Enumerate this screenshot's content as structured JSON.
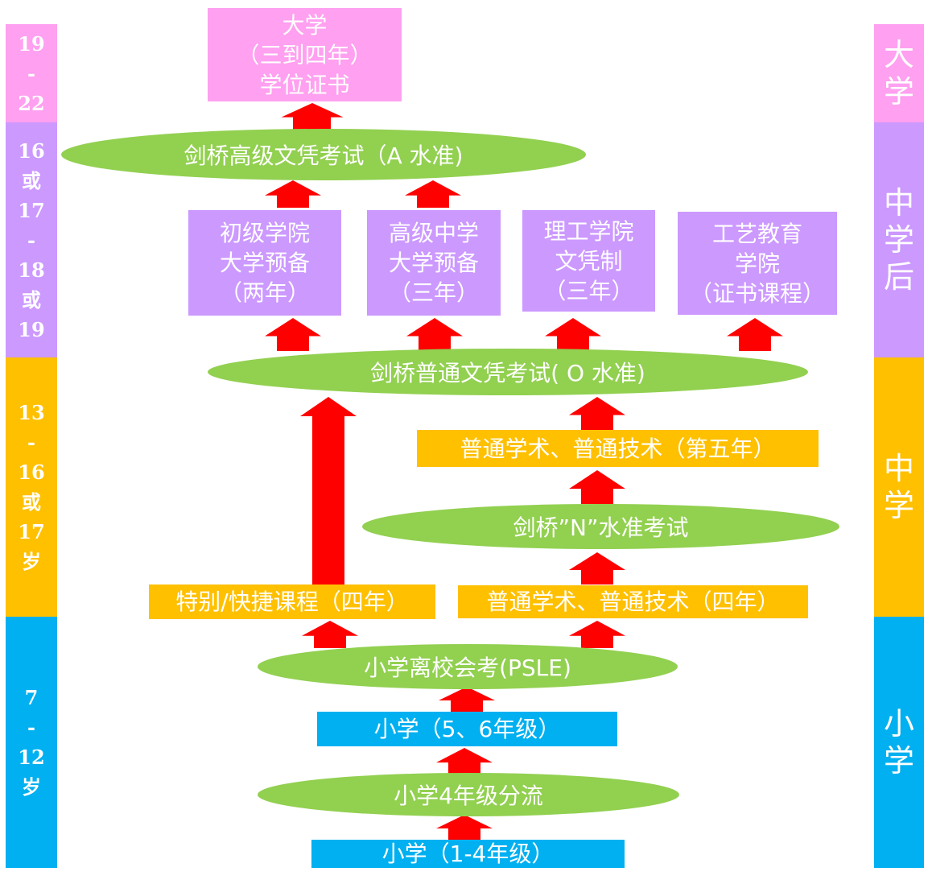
{
  "colors": {
    "pink": "#ffa0f0",
    "purple": "#cc99ff",
    "gold": "#ffc000",
    "blue": "#00b0f0",
    "green": "#92d050",
    "arrow": "#ff0000",
    "text": "#ffffff"
  },
  "age_bands": [
    {
      "lines": [
        "19",
        "-",
        "22"
      ]
    },
    {
      "lines": [
        "16",
        "或",
        "17",
        "-",
        "18",
        "或",
        "19"
      ]
    },
    {
      "lines": [
        "13",
        "-",
        "16",
        "或",
        "17",
        "岁"
      ]
    },
    {
      "lines": [
        "7",
        "-",
        "12",
        "岁"
      ]
    }
  ],
  "stage_bands": [
    {
      "lines": [
        "大",
        "学"
      ]
    },
    {
      "lines": [
        "中",
        "学",
        "后"
      ]
    },
    {
      "lines": [
        "中",
        "学"
      ]
    },
    {
      "lines": [
        "小",
        "学"
      ]
    }
  ],
  "nodes": {
    "university": {
      "lines": [
        "大学",
        "（三到四年）",
        "学位证书"
      ]
    },
    "a_level_exam": "剑桥高级文凭考试（A 水准)",
    "junior_college": {
      "lines": [
        "初级学院",
        "大学预备",
        "（两年）"
      ]
    },
    "high_school": {
      "lines": [
        "高级中学",
        "大学预备",
        "（三年）"
      ]
    },
    "polytechnic": {
      "lines": [
        "理工学院",
        "文凭制",
        "（三年）"
      ]
    },
    "ite": {
      "lines": [
        "工艺教育",
        "学院",
        "（证书课程）"
      ]
    },
    "o_level_exam": "剑桥普通文凭考试( O 水准)",
    "year5_course": "普通学术、普通技术（第五年）",
    "n_level_exam": "剑桥”N”水准考试",
    "express_course": "特别/快捷课程（四年）",
    "normal_course": "普通学术、普通技术（四年）",
    "psle": "小学离校会考(PSLE)",
    "primary_5_6": "小学（5、6年级）",
    "p4_streaming": "小学4年级分流",
    "primary_1_4": "小学（1-4年级）"
  }
}
